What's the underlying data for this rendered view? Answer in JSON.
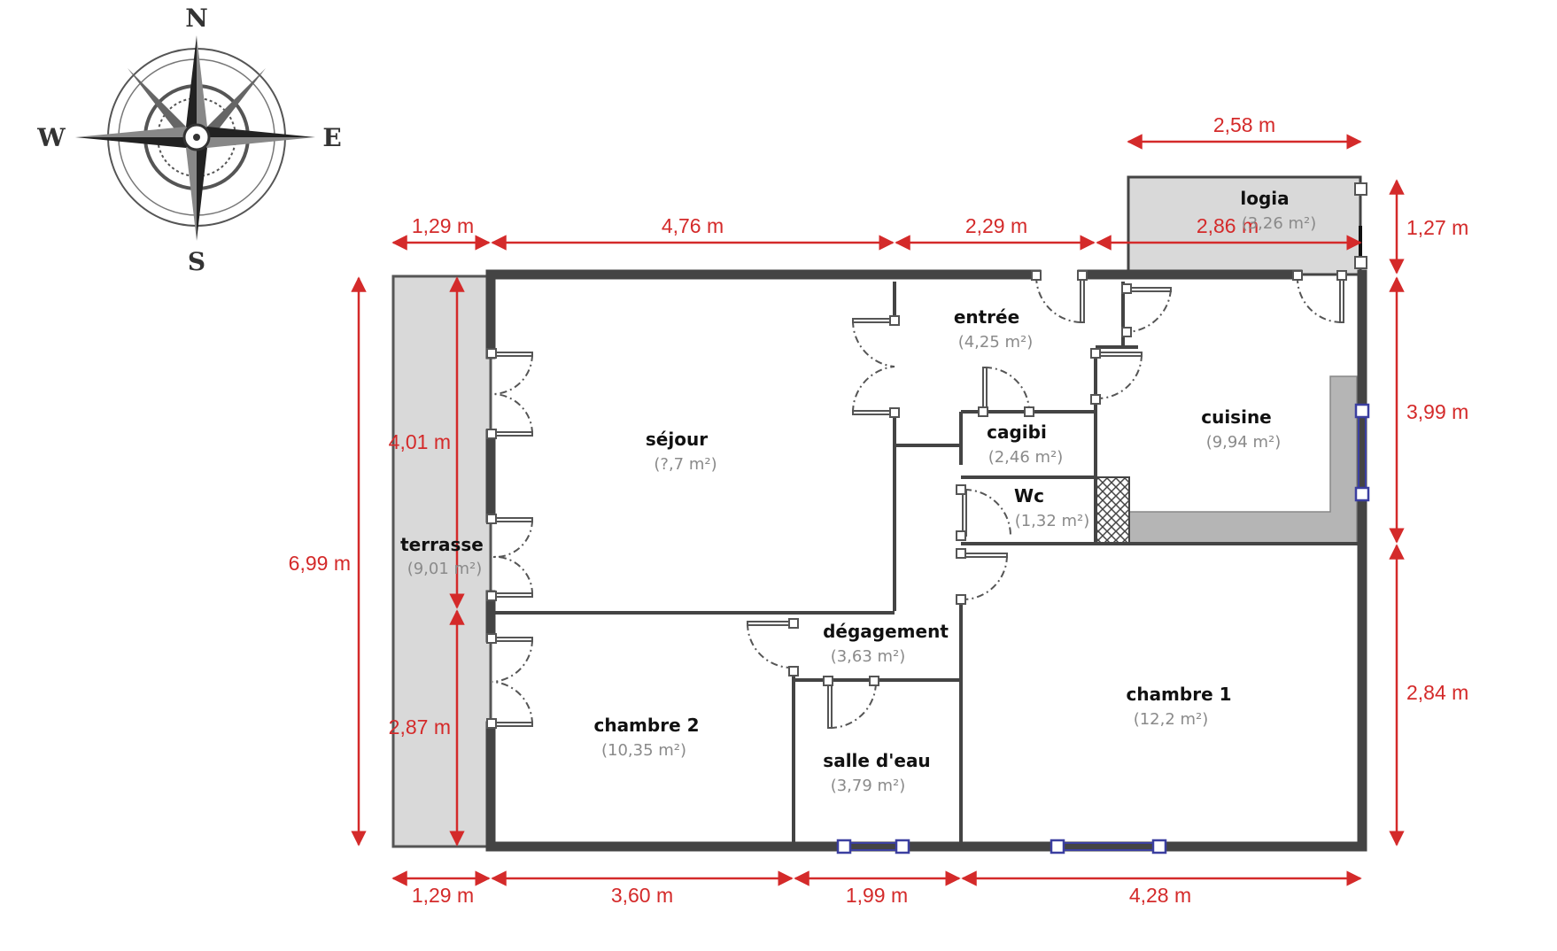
{
  "compass": {
    "north": "N",
    "south": "S",
    "east": "E",
    "west": "W"
  },
  "rooms": {
    "logia": {
      "name": "logia",
      "area": "(3,26 m²)"
    },
    "entree": {
      "name": "entrée",
      "area": "(4,25 m²)"
    },
    "sejour": {
      "name": "séjour",
      "area": "(?,7 m²)"
    },
    "cuisine": {
      "name": "cuisine",
      "area": "(9,94 m²)"
    },
    "cagibi": {
      "name": "cagibi",
      "area": "(2,46 m²)"
    },
    "wc": {
      "name": "Wc",
      "area": "(1,32 m²)"
    },
    "terrasse": {
      "name": "terrasse",
      "area": "(9,01 m²)"
    },
    "degagement": {
      "name": "dégagement",
      "area": "(3,63 m²)"
    },
    "chambre1": {
      "name": "chambre 1",
      "area": "(12,2 m²)"
    },
    "chambre2": {
      "name": "chambre 2",
      "area": "(10,35 m²)"
    },
    "salle_deau": {
      "name": "salle d'eau",
      "area": "(3,79 m²)"
    }
  },
  "dimensions": {
    "top_logia": "2,58 m",
    "top_1": "1,29 m",
    "top_2": "4,76 m",
    "top_3": "2,29 m",
    "top_4": "2,86 m",
    "right_logia": "1,27 m",
    "right_1": "3,99 m",
    "right_2": "2,84 m",
    "left_total": "6,99 m",
    "left_upper": "4,01 m",
    "left_lower": "2,87 m",
    "bottom_1": "1,29 m",
    "bottom_2": "3,60 m",
    "bottom_3": "1,99 m",
    "bottom_4": "4,28 m"
  },
  "colors": {
    "wall": "#444444",
    "dimension": "#d42a2a",
    "outdoor": "#d9d9d9",
    "window": "#3b3fa0"
  }
}
